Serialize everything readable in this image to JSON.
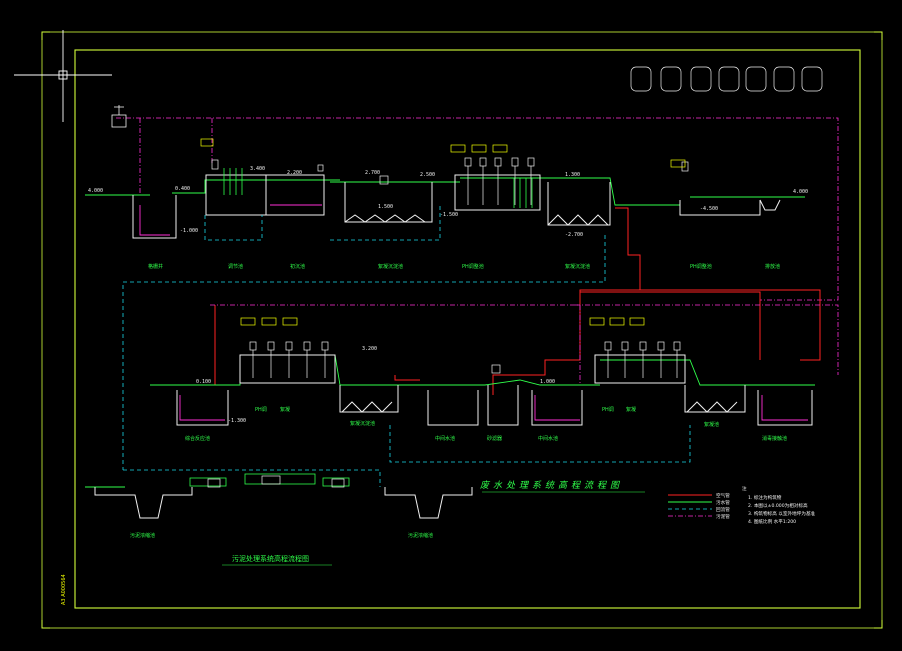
{
  "drawing": {
    "title_main": "废水处理系统高程流程图",
    "title_lower": "污泥处理系统高程流程图",
    "side_stamp": "A3 A000564",
    "colors": {
      "frame": "#d4ff3a",
      "water": "#2fff4a",
      "sludge": "#ff2fd6",
      "return": "#18d8e8",
      "air": "#ff2222",
      "tank": "#f0f0f0",
      "tag": "#f2ff00"
    },
    "notes_header": "注",
    "notes": [
      "1. 标注为构筑物",
      "2. 本图以±0.000为相对标高",
      "3. 构筑物标高 以室外地坪为基准",
      "4. 图纸比例 水平1:200"
    ],
    "legend": [
      {
        "label": "空气管",
        "style": "air"
      },
      {
        "label": "污水管",
        "style": "water"
      },
      {
        "label": "回流管",
        "style": "return"
      },
      {
        "label": "污泥管",
        "style": "sludge"
      }
    ],
    "row1_labels": [
      "格栅井",
      "调节池",
      "初沉池",
      "絮凝沉淀池",
      "PH调整池",
      "絮凝沉淀池",
      "PH调整池",
      "排放池"
    ],
    "row2_labels": [
      "综合反应池",
      "PH调",
      "絮凝",
      "絮凝沉淀池",
      "中间水池",
      "砂滤器",
      "中间水池",
      "PH调",
      "絮凝",
      "絮凝池",
      "消毒接触池"
    ],
    "row3_labels": [
      "污泥浓缩池",
      "污泥浓缩池"
    ],
    "elevations": [
      "4.000",
      "0.400",
      "-1.000",
      "3.400",
      "2.200",
      "1.500",
      "2.700",
      "2.500",
      "-1.500",
      "-2.700",
      "1.300",
      "-4.500",
      "4.000",
      "0.100",
      "-1.300",
      "3.200",
      "1.000"
    ]
  }
}
